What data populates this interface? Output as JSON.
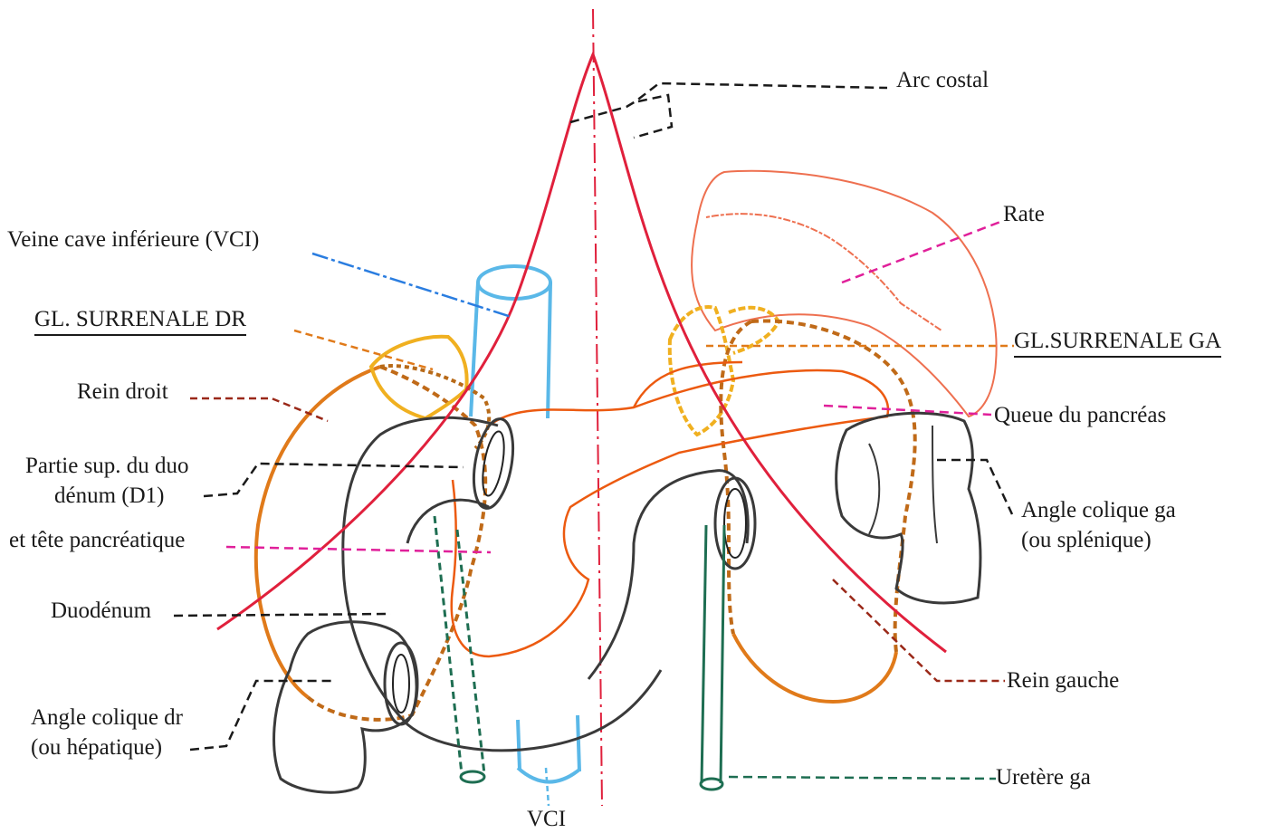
{
  "labels": {
    "arc_costal": "Arc costal",
    "rate": "Rate",
    "vci_full": "Veine cave inférieure (VCI)",
    "gl_surrenale_dr": "GL. SURRENALE DR",
    "gl_surrenale_ga": "GL.SURRENALE GA",
    "rein_droit": "Rein droit",
    "queue_pancreas": "Queue du pancréas",
    "partie_sup_1": "Partie sup. du duo",
    "partie_sup_2": "dénum (D1)",
    "tete_pancreatique": "et tête pancréatique",
    "angle_colique_ga_1": "Angle colique ga",
    "angle_colique_ga_2": "(ou splénique)",
    "duodenum": "Duodénum",
    "rein_gauche": "Rein gauche",
    "angle_colique_dr_1": "Angle colique dr",
    "angle_colique_dr_2": "(ou hépatique)",
    "uretere_ga": "Uretère ga",
    "vci": "VCI"
  },
  "colors": {
    "costal_arc": "#e0203c",
    "vena_cava": "#5ab8e8",
    "kidney": "#e07a1a",
    "adrenal": "#f0b020",
    "pancreas": "#ec5a10",
    "spleen": "#ee7050",
    "duodenum_colon": "#3a3a3a",
    "ureter": "#1e6e52",
    "pink_leader": "#e0209a",
    "brown_leader": "#9a2818"
  }
}
